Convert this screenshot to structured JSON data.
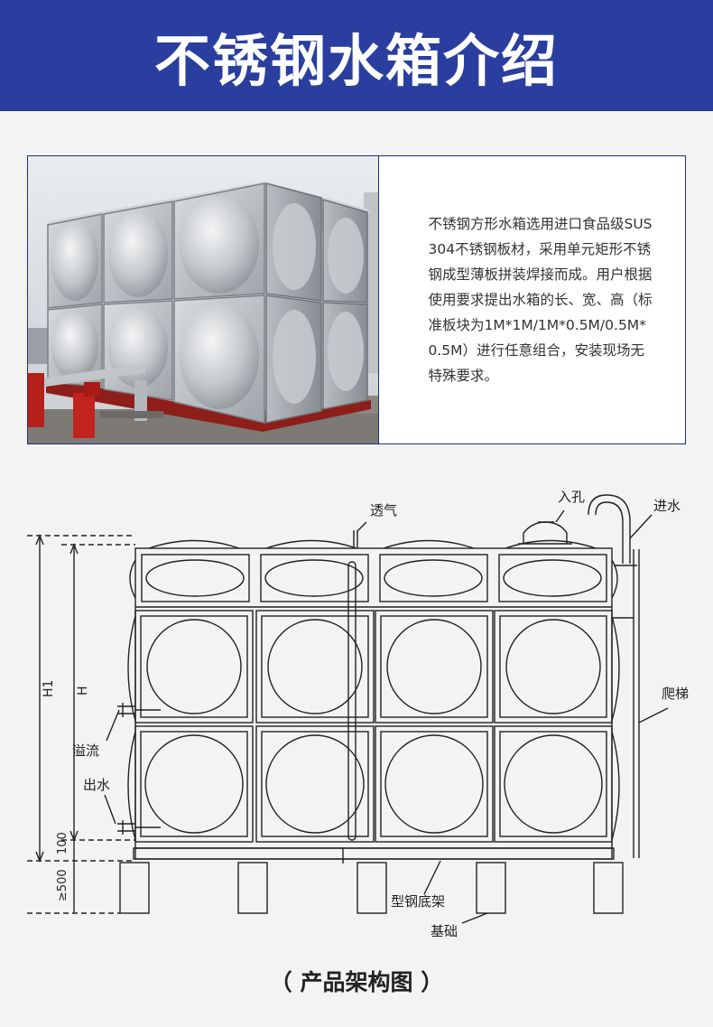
{
  "banner": {
    "title": "不锈钢水箱介绍"
  },
  "intro": {
    "description_lines": [
      "不锈钢方形水箱选用进口食品级SUS",
      "304不锈钢板材，采用单元矩形不锈",
      "钢成型薄板拼装焊接而成。用户根据",
      "使用要求提出水箱的长、宽、高（标",
      "准板块为1M*1M/1M*0.5M/0.5M*",
      "0.5M）进行任意组合，安装现场无",
      "特殊要求。"
    ]
  },
  "diagram": {
    "labels": {
      "vent": "透气",
      "manhole": "入孔",
      "inlet": "进水",
      "ladder": "爬梯",
      "overflow": "溢流",
      "outlet": "出水",
      "h1": "H1",
      "h": "H",
      "dim_100": "100",
      "dim_500": "≥500",
      "steel_base": "型钢底架",
      "foundation": "基础"
    }
  },
  "caption": "（ 产品架构图 ）",
  "colors": {
    "banner": "#2a3e9f",
    "frame": "#1d2e7e"
  }
}
